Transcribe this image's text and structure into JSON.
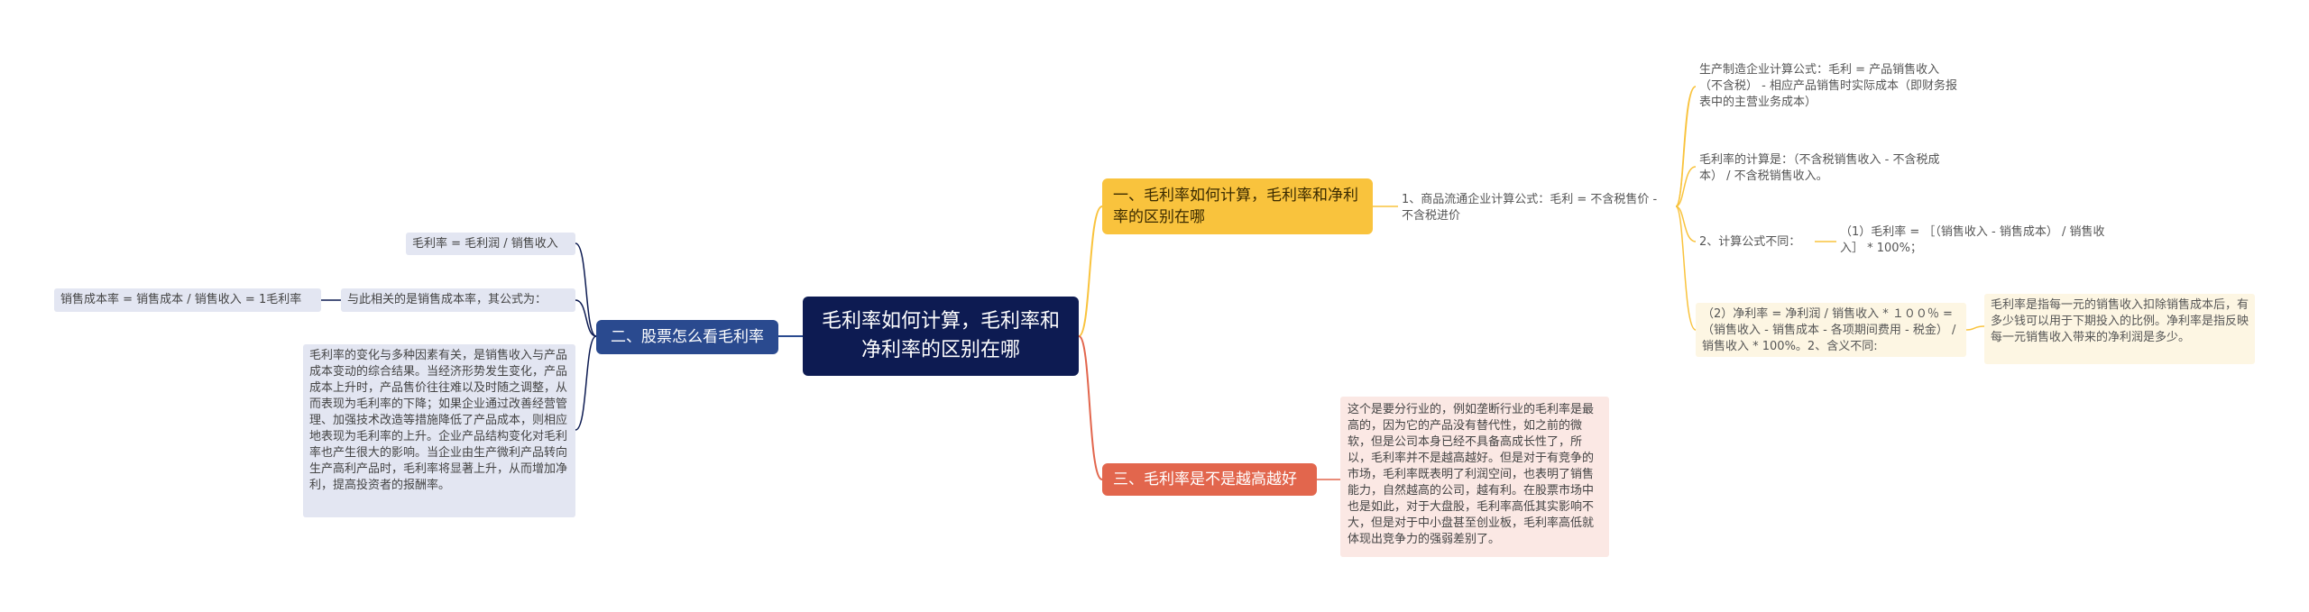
{
  "center": {
    "text": "毛利率如何计算，毛利率和净利率的区别在哪"
  },
  "branch1": {
    "title": "一、毛利率如何计算，毛利率和净利率的区别在哪",
    "child1": "1、商品流通企业计算公式：毛利 = 不含税售价 - 不含税进价",
    "leaf_production": "生产制造企业计算公式：毛利 = 产品销售收入（不含税） - 相应产品销售时实际成本（即财务报表中的主营业务成本）",
    "leaf_calc": "毛利率的计算是：（不含税销售收入 - 不含税成本） / 不含税销售收入。",
    "child2": "2、计算公式不同：",
    "formula1": "（1）毛利率 = ［（销售收入 - 销售成本） / 销售收入］ * 100%；",
    "formula2": "（2）净利率 = 净利润 / 销售收入 * １００％ =（销售收入 - 销售成本 - 各项期间费用 - 税金） / 销售收入 * 100%。2、含义不同:",
    "meaning": "毛利率是指每一元的销售收入扣除销售成本后，有多少钱可以用于下期投入的比例。净利率是指反映每一元销售收入带来的净利润是多少。"
  },
  "branch2": {
    "title": "二、股票怎么看毛利率",
    "leaf_formula": "毛利率 = 毛利润 / 销售收入",
    "leaf_related": "与此相关的是销售成本率，其公式为：",
    "leaf_cost": "销售成本率 = 销售成本 / 销售收入 = 1毛利率",
    "leaf_change": "毛利率的变化与多种因素有关，是销售收入与产品成本变动的综合结果。当经济形势发生变化，产品成本上升时，产品售价往往难以及时随之调整，从而表现为毛利率的下降；如果企业通过改善经营管理、加强技术改造等措施降低了产品成本，则相应地表现为毛利率的上升。企业产品结构变化对毛利率也产生很大的影响。当企业由生产微利产品转向生产高利产品时，毛利率将显著上升，从而增加净利，提高投资者的报酬率。"
  },
  "branch3": {
    "title": "三、毛利率是不是越高越好",
    "leaf_text": "这个是要分行业的，例如垄断行业的毛利率是最高的，因为它的产品没有替代性，如之前的微软，但是公司本身已经不具备高成长性了，所以，毛利率并不是越高越好。但是对于有竞争的市场，毛利率既表明了利润空间，也表明了销售能力，自然越高的公司，越有利。在股票市场中也是如此，对于大盘股，毛利率高低其实影响不大，但是对于中小盘甚至创业板，毛利率高低就体现出竞争力的强弱差别了。"
  },
  "colors": {
    "center": "#0d1b52",
    "branch1": "#f9c33d",
    "branch2": "#2a4a8f",
    "branch3": "#e2664d"
  }
}
